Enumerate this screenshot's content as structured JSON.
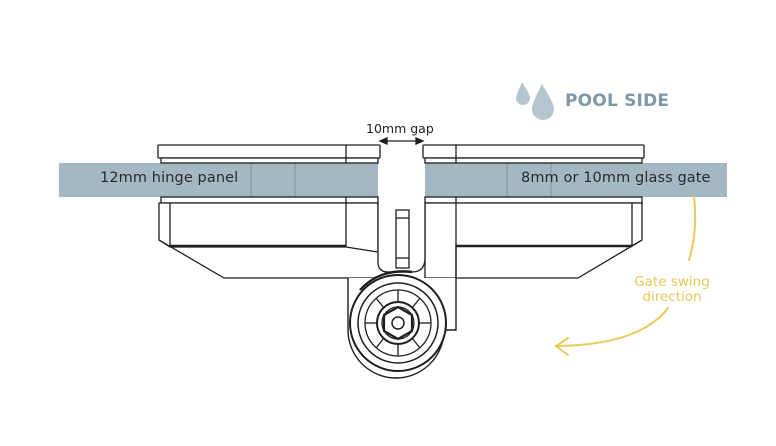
{
  "labels": {
    "pool_side": "POOL SIDE",
    "gap": "10mm gap",
    "hinge_panel": "12mm hinge panel",
    "glass_gate": "8mm or 10mm glass gate",
    "swing_line1": "Gate swing",
    "swing_line2": "direction"
  },
  "icons": {
    "pool_side_icon": "water-drops-icon",
    "gap_arrow": "double-headed-arrow-icon",
    "swing_arrow": "curved-arrow-icon"
  },
  "colors": {
    "glass": "#a3b8c2",
    "outline": "#1e1e1e",
    "pool_side": "#7f98a6",
    "drops": "#b4c6cf",
    "swing": "#e9c95a",
    "background": "#ffffff"
  }
}
